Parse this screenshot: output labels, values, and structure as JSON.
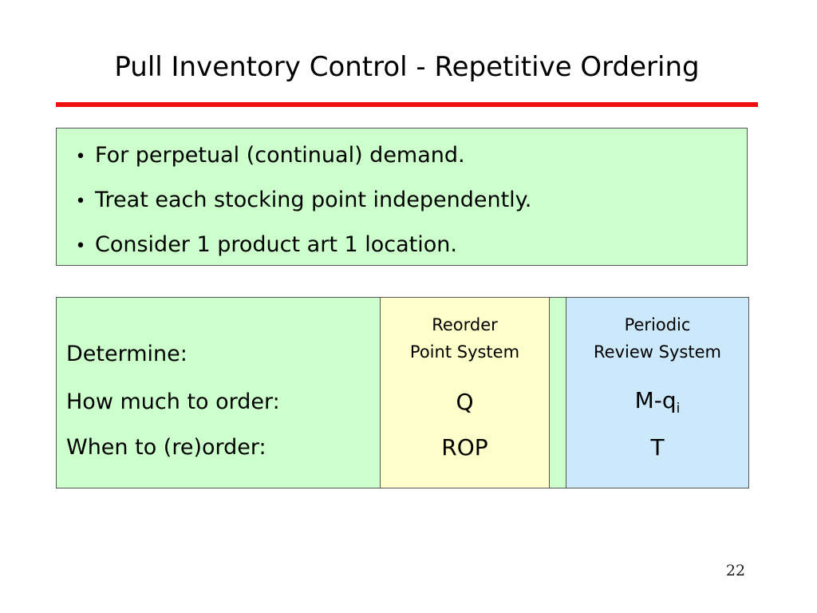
{
  "slide": {
    "title": "Pull Inventory Control - Repetitive Ordering",
    "page_number": "22",
    "accent_rule_color": "#EE1111",
    "panel_green": "#CCFFCC",
    "panel_yellow": "#FFFFCC",
    "panel_blue": "#CCE8FB",
    "border_color": "#555555"
  },
  "bullets": {
    "marker": "•",
    "items": [
      {
        "text": "For perpetual (continual) demand."
      },
      {
        "text": "Treat each stocking point independently."
      },
      {
        "text": "Consider 1 product art 1 location."
      }
    ]
  },
  "comparison_table": {
    "row_labels": {
      "header": "Determine:",
      "how_much": "How much to order:",
      "when": "When to (re)order:"
    },
    "columns": [
      {
        "id": "reorder-point-system",
        "header_line1": "Reorder",
        "header_line2": "Point System",
        "how_much_value": "Q",
        "when_value": "ROP",
        "background": "#FFFFCC"
      },
      {
        "id": "periodic-review-system",
        "header_line1": "Periodic",
        "header_line2": "Review System",
        "how_much_value_base": "M-q",
        "how_much_value_sub": "i",
        "when_value": "T",
        "background": "#CCE8FB"
      }
    ]
  }
}
